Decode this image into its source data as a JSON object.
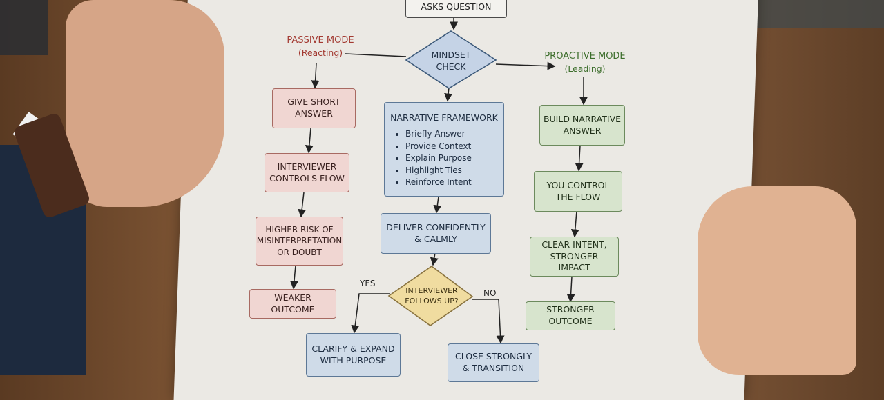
{
  "flowchart": {
    "start": "ASKS QUESTION",
    "decision": "MINDSET\nCHECK",
    "passive_mode": {
      "title": "PASSIVE MODE",
      "subtitle": "(Reacting)"
    },
    "proactive_mode": {
      "title": "PROACTIVE MODE",
      "subtitle": "(Leading)"
    },
    "passive_path": [
      "GIVE SHORT\nANSWER",
      "INTERVIEWER\nCONTROLS FLOW",
      "HIGHER RISK OF\nMISINTERPRETATION\nOR DOUBT",
      "WEAKER OUTCOME"
    ],
    "framework": {
      "title": "NARRATIVE FRAMEWORK",
      "items": [
        "Briefly Answer",
        "Provide Context",
        "Explain Purpose",
        "Highlight Ties",
        "Reinforce Intent"
      ]
    },
    "deliver": "DELIVER CONFIDENTLY\n& CALMLY",
    "followup_decision": "INTERVIEWER\nFOLLOWS UP?",
    "yes_label": "YES",
    "no_label": "NO",
    "clarify": "CLARIFY & EXPAND\nWITH PURPOSE",
    "close": "CLOSE STRONGLY\n& TRANSITION",
    "proactive_path": [
      "BUILD NARRATIVE\nANSWER",
      "YOU CONTROL\nTHE FLOW",
      "CLEAR INTENT,\nSTRONGER IMPACT",
      "STRONGER OUTCOME"
    ]
  },
  "colors": {
    "passive": "#a33a32",
    "proactive": "#3d6e2c",
    "neutral": "#5d7896",
    "decision_yellow": "#f0dca0"
  }
}
